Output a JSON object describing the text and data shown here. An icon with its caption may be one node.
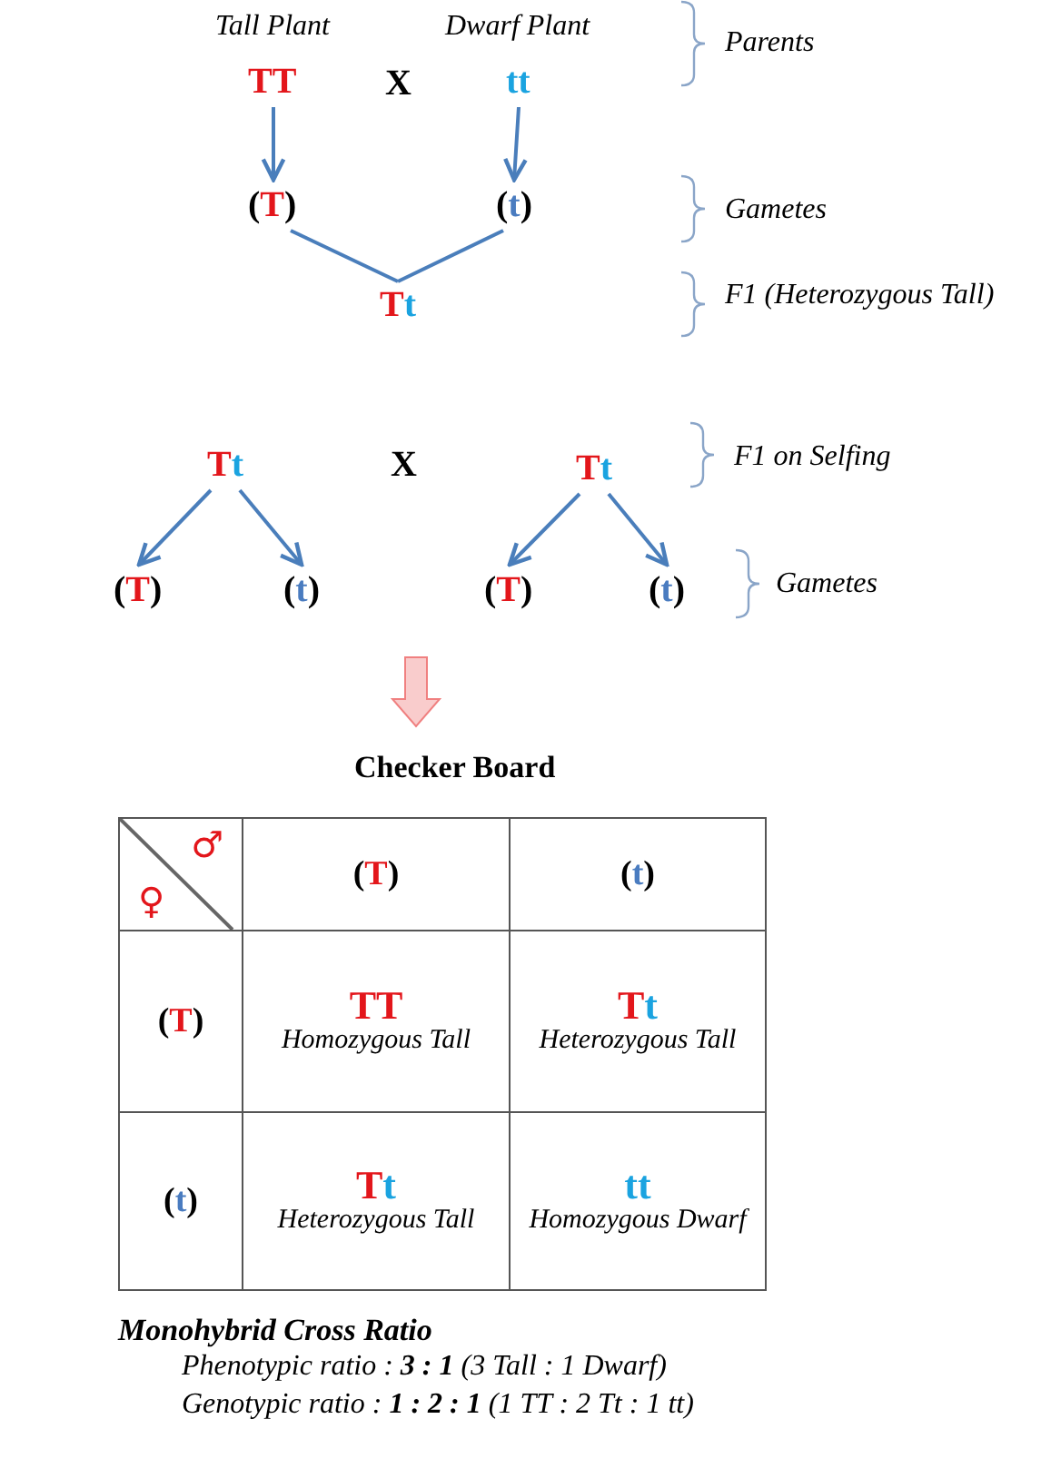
{
  "diagram": {
    "nodes": [
      {
        "text": [
          "TT"
        ],
        "beside": [
          "Tall Plant"
        ]
      },
      {
        "text": [
          "tt"
        ],
        "beside": [
          "Dwarf Plant"
        ]
      },
      {
        "text": [
          "(T)"
        ]
      },
      {
        "text": [
          "(t)"
        ]
      },
      {
        "text": [
          "Tt"
        ]
      },
      {
        "text": [
          "Tt"
        ]
      },
      {
        "text": [
          "Tt"
        ]
      },
      {
        "text": [
          "(T)"
        ]
      },
      {
        "text": [
          "(t)"
        ]
      },
      {
        "text": [
          "(T)"
        ]
      },
      {
        "text": [
          "(t)"
        ]
      }
    ],
    "edges": [
      {
        "from": 0,
        "to": 2,
        "arrow": "to"
      },
      {
        "from": 1,
        "to": 3,
        "arrow": "to"
      },
      {
        "from": 2,
        "to": 4,
        "arrow": "none"
      },
      {
        "from": 3,
        "to": 4,
        "arrow": "none"
      },
      {
        "from": 5,
        "to": 7,
        "arrow": "to"
      },
      {
        "from": 5,
        "to": 8,
        "arrow": "to"
      },
      {
        "from": 6,
        "to": 9,
        "arrow": "to"
      },
      {
        "from": 6,
        "to": 10,
        "arrow": "to"
      }
    ],
    "labels": [
      "X",
      "Parents",
      "Gametes",
      "F1 (Heterozygous Tall)",
      "X",
      "F1 on Selfing",
      "Gametes",
      "Checker Board",
      "♂",
      "♀",
      "(T)",
      "(t)",
      "(T)",
      "TT",
      "Homozygous Tall",
      "Tt",
      "Heterozygous Tall",
      "(t)",
      "Tt",
      "Heterozygous Tall",
      "tt",
      "Homozygous Dwarf",
      "Monohybrid Cross Ratio",
      "Phenotypic ratio : **3 : 1** (3 Tall : 1 Dwarf)",
      "Genotypic ratio : **1 : 2 : 1** (1 TT : 2 Tt : 1 tt)"
    ]
  }
}
